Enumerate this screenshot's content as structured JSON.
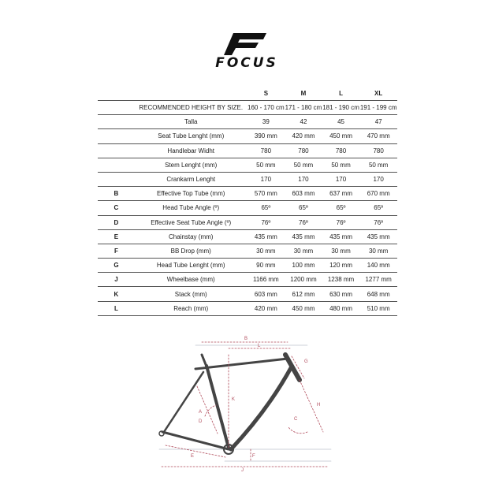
{
  "brand": {
    "name": "FOCUS"
  },
  "sizes": [
    "S",
    "M",
    "L",
    "XL"
  ],
  "rows": [
    {
      "letter": "",
      "label": "RECOMMENDED HEIGHT BY SIZE.",
      "values": [
        "160 - 170 cm",
        "171 - 180 cm",
        "181 - 190 cm",
        "191 - 199 cm"
      ]
    },
    {
      "letter": "",
      "label": "Talla",
      "values": [
        "39",
        "42",
        "45",
        "47"
      ]
    },
    {
      "letter": "",
      "label": "Seat Tube Lenght (mm)",
      "values": [
        "390 mm",
        "420 mm",
        "450 mm",
        "470 mm"
      ]
    },
    {
      "letter": "",
      "label": "Handlebar Widht",
      "values": [
        "780",
        "780",
        "780",
        "780"
      ]
    },
    {
      "letter": "",
      "label": "Stem Lenght (mm)",
      "values": [
        "50 mm",
        "50 mm",
        "50 mm",
        "50 mm"
      ]
    },
    {
      "letter": "",
      "label": "Crankarm Lenght",
      "values": [
        "170",
        "170",
        "170",
        "170"
      ]
    },
    {
      "letter": "B",
      "label": "Effective Top Tube (mm)",
      "values": [
        "570 mm",
        "603 mm",
        "637 mm",
        "670 mm"
      ]
    },
    {
      "letter": "C",
      "label": "Head Tube Angle (º)",
      "values": [
        "65º",
        "65º",
        "65º",
        "65º"
      ]
    },
    {
      "letter": "D",
      "label": "Effective Seat Tube Angle (º)",
      "values": [
        "76º",
        "76º",
        "76º",
        "76º"
      ]
    },
    {
      "letter": "E",
      "label": "Chainstay (mm)",
      "values": [
        "435 mm",
        "435 mm",
        "435 mm",
        "435 mm"
      ]
    },
    {
      "letter": "F",
      "label": "BB Drop (mm)",
      "values": [
        "30 mm",
        "30 mm",
        "30 mm",
        "30 mm"
      ]
    },
    {
      "letter": "G",
      "label": "Head Tube Lenght (mm)",
      "values": [
        "90 mm",
        "100 mm",
        "120 mm",
        "140 mm"
      ]
    },
    {
      "letter": "J",
      "label": "Wheelbase (mm)",
      "values": [
        "1166 mm",
        "1200 mm",
        "1238 mm",
        "1277 mm"
      ]
    },
    {
      "letter": "K",
      "label": "Stack (mm)",
      "values": [
        "603 mm",
        "612 mm",
        "630 mm",
        "648 mm"
      ]
    },
    {
      "letter": "L",
      "label": "Reach (mm)",
      "values": [
        "420 mm",
        "450 mm",
        "480 mm",
        "510 mm"
      ]
    }
  ],
  "diagram": {
    "labels": {
      "A": "A",
      "B": "B",
      "C": "C",
      "D": "D",
      "E": "E",
      "F": "F",
      "G": "G",
      "H": "H",
      "J": "J",
      "K": "K",
      "L": "L"
    },
    "colors": {
      "frame": "#444444",
      "measure": "#b04a5a",
      "guide": "#9aa6b2"
    }
  }
}
